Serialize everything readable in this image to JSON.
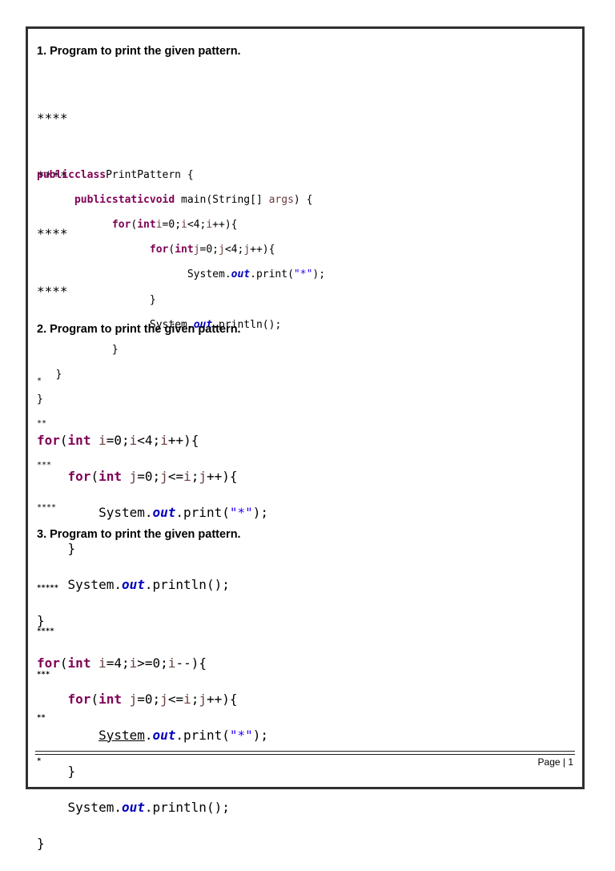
{
  "section1": {
    "heading": "1. Program to print the given pattern.",
    "pattern": [
      "****",
      "****",
      "****",
      "****"
    ]
  },
  "section2": {
    "heading": "2. Program to print the given pattern.",
    "pattern": [
      "*",
      "**",
      "***",
      "****"
    ]
  },
  "section3": {
    "heading": "3. Program to print the given pattern.",
    "pattern": [
      "*****",
      "****",
      "***",
      "**",
      "*"
    ]
  },
  "code_tokens": {
    "publicclass": "publicclass",
    "class_name": "PrintPattern {",
    "publicstaticvoid": "publicstaticvoid",
    "main_sig": " main(String[] ",
    "args": "args",
    "main_end": ") {",
    "for_kw": "for",
    "int_kw": "int",
    "open_paren": "(",
    "i": "i",
    "j": "j",
    "system": "System",
    "dot": ".",
    "out": "out",
    "print": ".print(",
    "println": ".println();",
    "star_str": "\"*\"",
    "print_end": ");",
    "close_brace": "}",
    "s1_outer_cond": "=0;",
    "s1_outer_lt": "<4;",
    "s1_outer_inc": "++){",
    "s1_inner_lt": "<4;",
    "s2_outer_cond": "=0;",
    "s2_outer_lt": "<4;",
    "s2_inner_cond": "=0;",
    "s2_inner_le": "<=",
    "s3_outer_init": "=4;",
    "s3_outer_ge": ">=0;",
    "s3_outer_dec": "--){",
    "s3_inner_cond": "=0;",
    "s3_inner_le": "<=",
    "sep": ";",
    "inc_open": "++){"
  },
  "footer": {
    "page_label": "Page | 1"
  }
}
